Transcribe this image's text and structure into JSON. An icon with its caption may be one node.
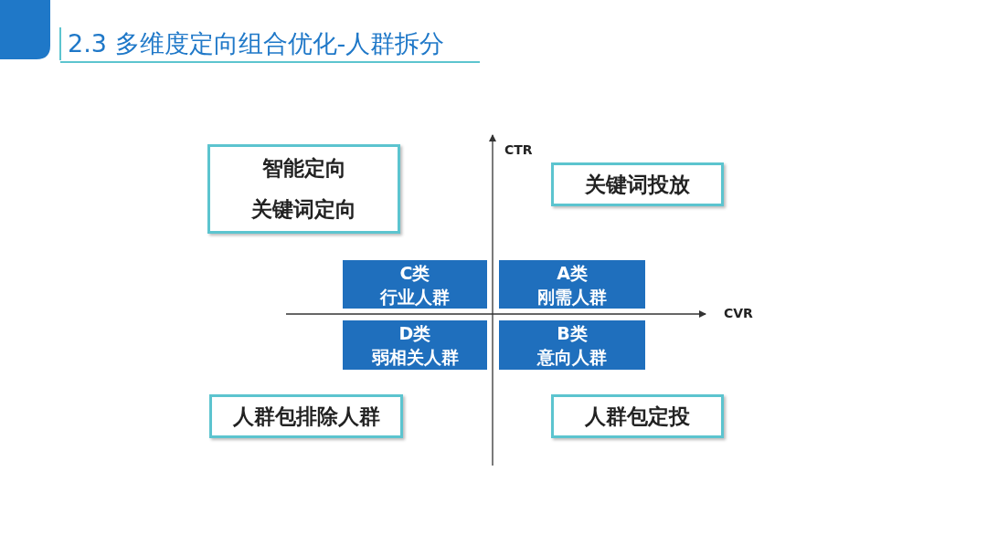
{
  "diagram": {
    "title": "2.3 多维度定向组合优化-人群拆分",
    "nodes": [
      {
        "text": [
          "智能定向",
          "关键词定向"
        ]
      },
      {
        "text": [
          "关键词投放"
        ]
      },
      {
        "text": [
          "C类",
          "行业人群"
        ]
      },
      {
        "text": [
          "A类",
          "刚需人群"
        ]
      },
      {
        "text": [
          "D类",
          "弱相关人群"
        ]
      },
      {
        "text": [
          "B类",
          "意向人群"
        ]
      },
      {
        "text": [
          "人群包排除人群"
        ]
      },
      {
        "text": [
          "人群包定投"
        ]
      }
    ],
    "edges": [],
    "labels": [
      "CTR",
      "CVR"
    ]
  }
}
